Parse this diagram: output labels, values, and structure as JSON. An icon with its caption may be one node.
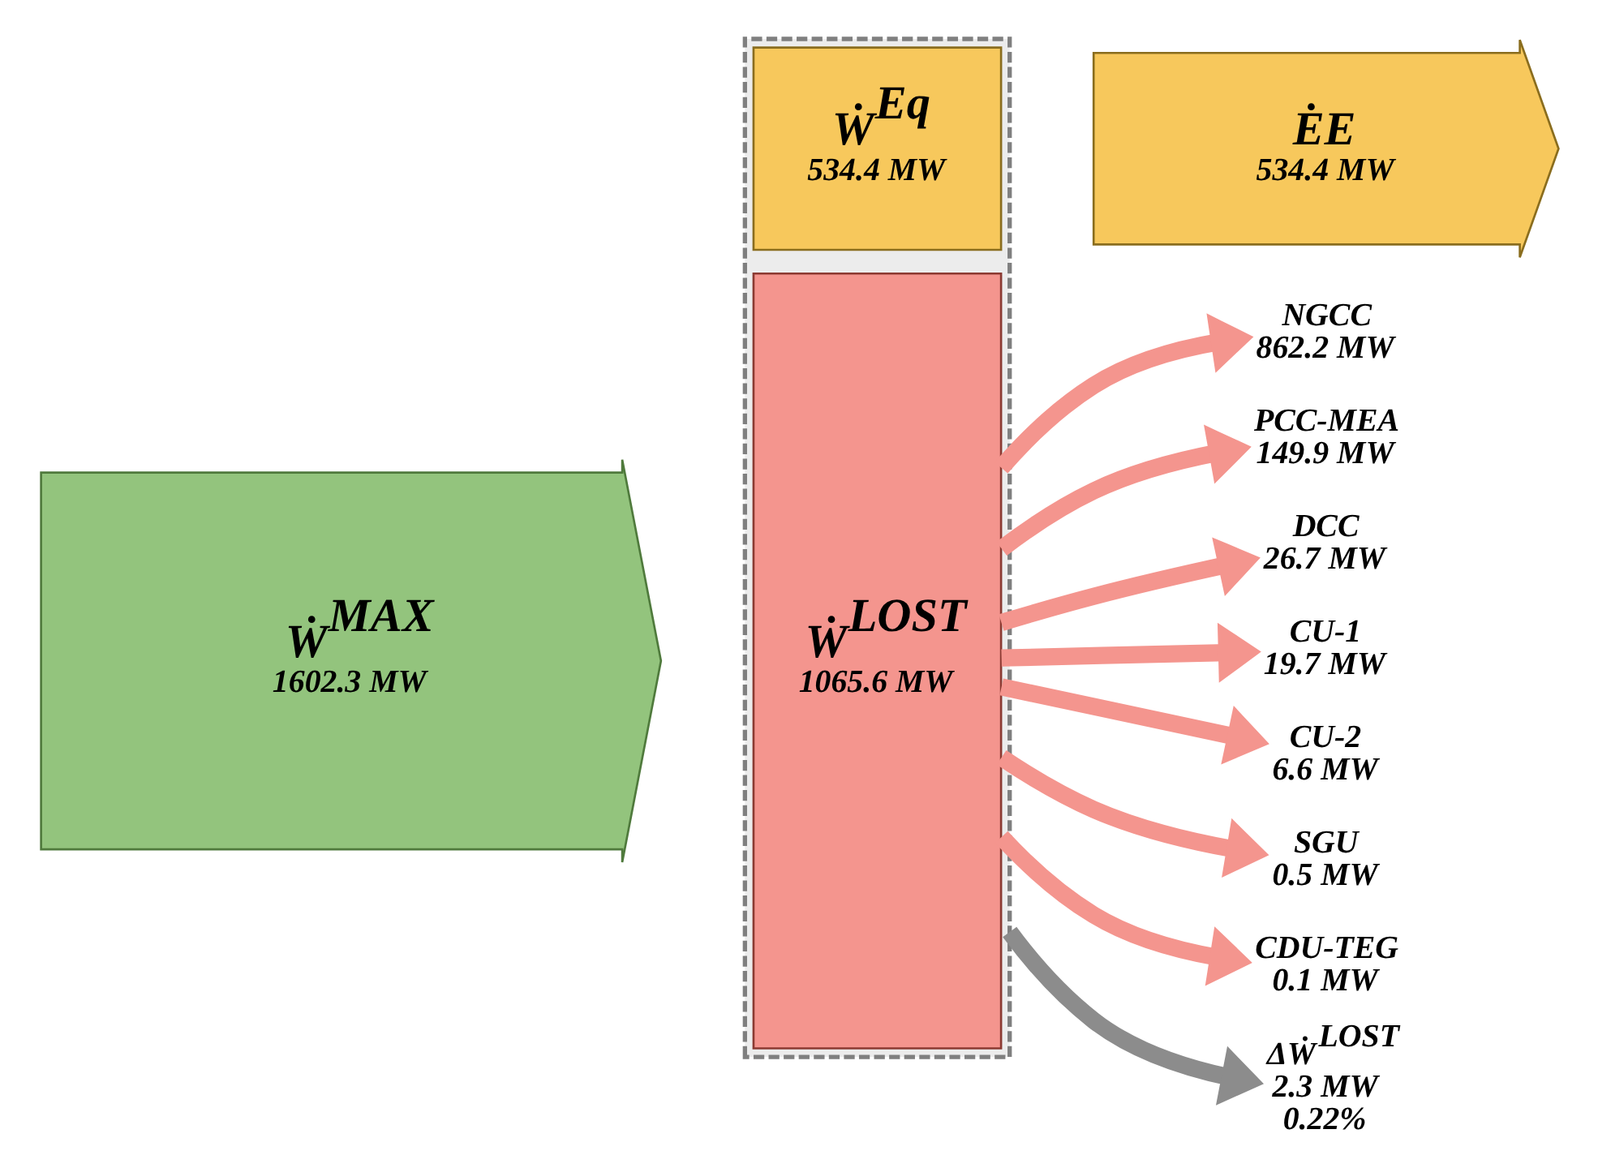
{
  "diagram": {
    "nodes": [
      {
        "text": [],
        "shape": "box"
      },
      {
        "text": [
          "Ẇ$^{Eq}$",
          "534.4 MW"
        ],
        "in": 0
      },
      {
        "text": [
          "Ẇ$^{LOST}$",
          "1065.6 MW"
        ],
        "in": 0
      },
      {
        "text": [
          "Ẇ$^{MAX}$",
          "1602.3 MW"
        ]
      },
      {
        "text": [
          "ĖE",
          "534.4 MW"
        ]
      },
      {
        "text": [
          "NGCC",
          "862.2 MW"
        ]
      },
      {
        "text": [
          "PCC-MEA",
          "149.9 MW"
        ]
      },
      {
        "text": [
          "DCC",
          "26.7 MW"
        ]
      },
      {
        "text": [
          "CU-1",
          "19.7 MW"
        ]
      },
      {
        "text": [
          "CU-2",
          "6.6 MW"
        ]
      },
      {
        "text": [
          "SGU",
          "0.5 MW"
        ]
      },
      {
        "text": [
          "CDU-TEG",
          "0.1 MW"
        ]
      },
      {
        "text": [
          "ΔẆ$^{LOST}$",
          "2.3 MW",
          "0.22%"
        ]
      }
    ],
    "edges": [
      {
        "from": 2,
        "to": 5,
        "arrow": "to"
      },
      {
        "from": 2,
        "to": 6,
        "arrow": "to"
      },
      {
        "from": 2,
        "to": 7,
        "arrow": "to"
      },
      {
        "from": 2,
        "to": 8,
        "arrow": "to"
      },
      {
        "from": 2,
        "to": 9,
        "arrow": "to"
      },
      {
        "from": 2,
        "to": 10,
        "arrow": "to"
      },
      {
        "from": 2,
        "to": 11,
        "arrow": "to"
      },
      {
        "from": 0,
        "to": 12,
        "arrow": "to",
        "color": "#8c8c8c"
      }
    ]
  }
}
